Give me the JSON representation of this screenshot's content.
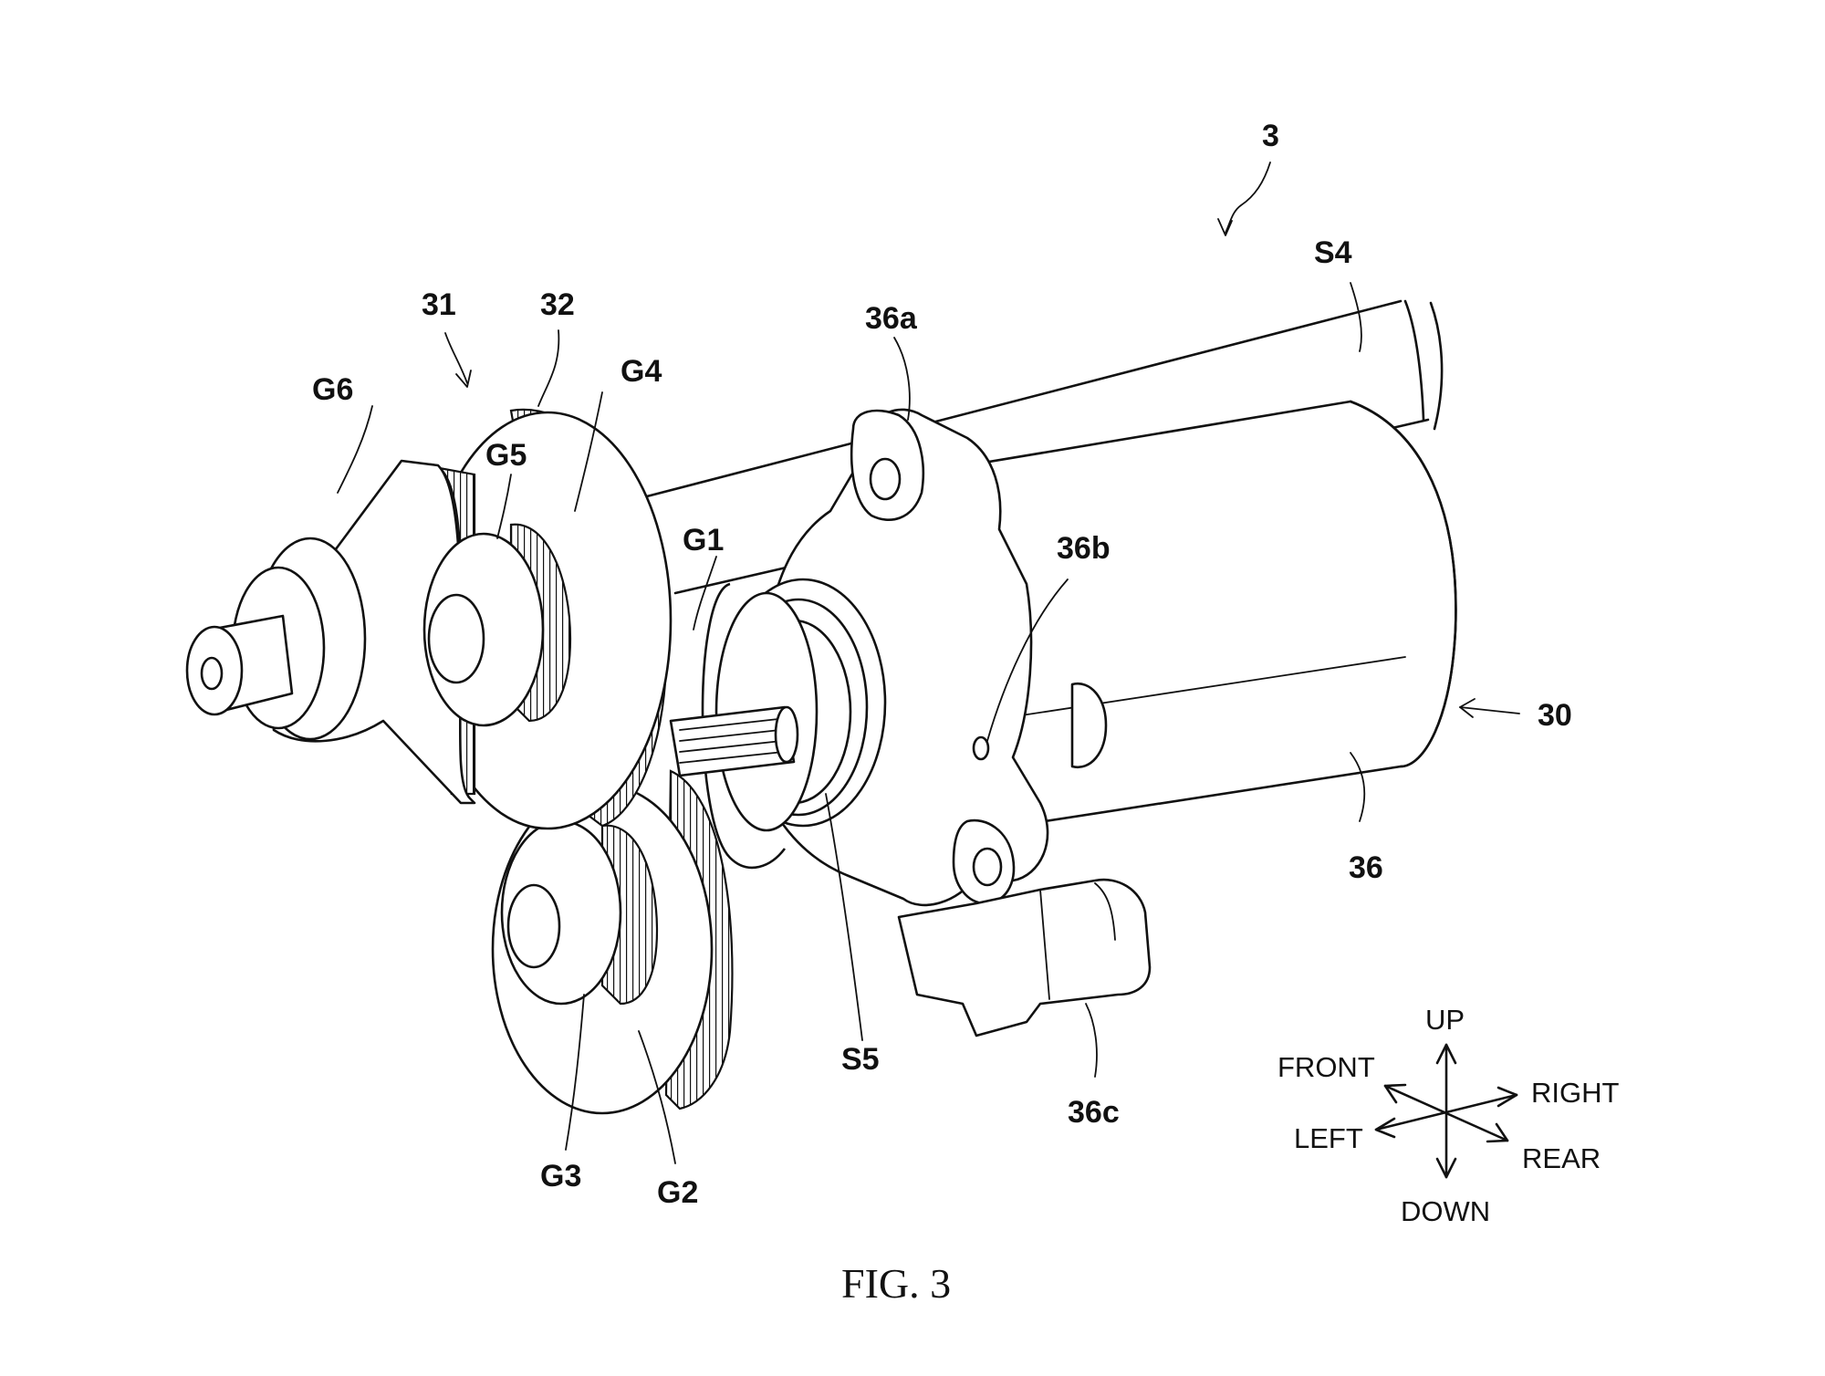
{
  "figure": {
    "caption": "FIG. 3",
    "labels": {
      "assembly": "3",
      "reducer": "31",
      "housing_gear": "32",
      "shaft_s4": "S4",
      "flange_36a": "36a",
      "hole_36b": "36b",
      "motor": "30",
      "case": "36",
      "connector_36c": "36c",
      "shaft_s5": "S5",
      "gear_g1": "G1",
      "gear_g2": "G2",
      "gear_g3": "G3",
      "gear_g4": "G4",
      "gear_g5": "G5",
      "gear_g6": "G6"
    },
    "directions": {
      "up": "UP",
      "down": "DOWN",
      "front": "FRONT",
      "rear": "REAR",
      "left": "LEFT",
      "right": "RIGHT"
    }
  }
}
